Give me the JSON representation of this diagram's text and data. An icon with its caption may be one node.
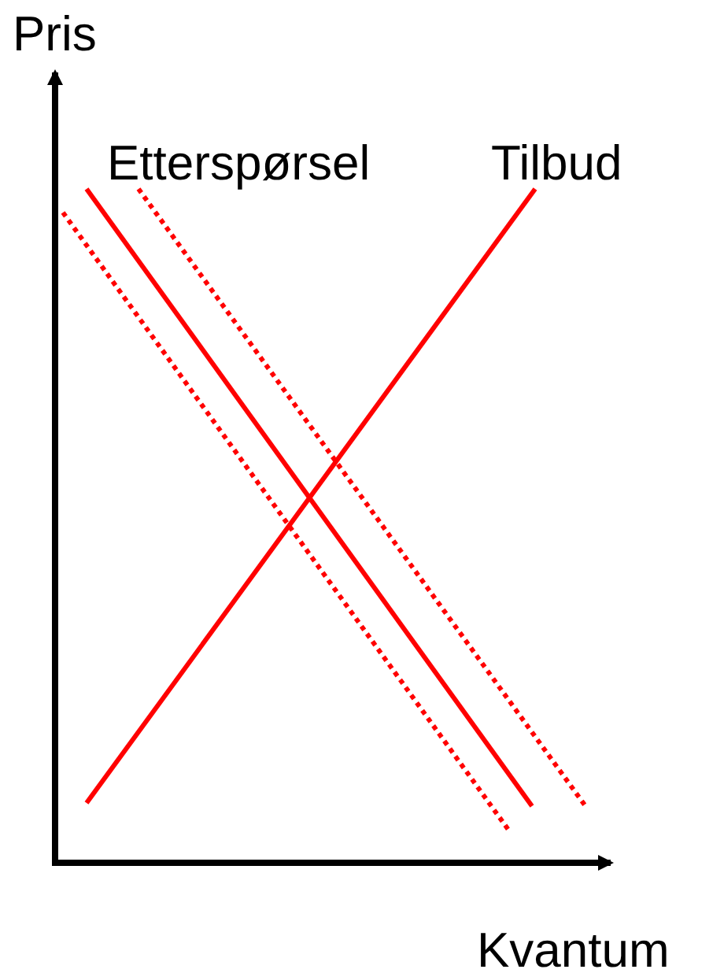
{
  "diagram": {
    "labels": [
      "Pris",
      "Etterspørsel",
      "Tilbud",
      "Kvantum"
    ]
  }
}
